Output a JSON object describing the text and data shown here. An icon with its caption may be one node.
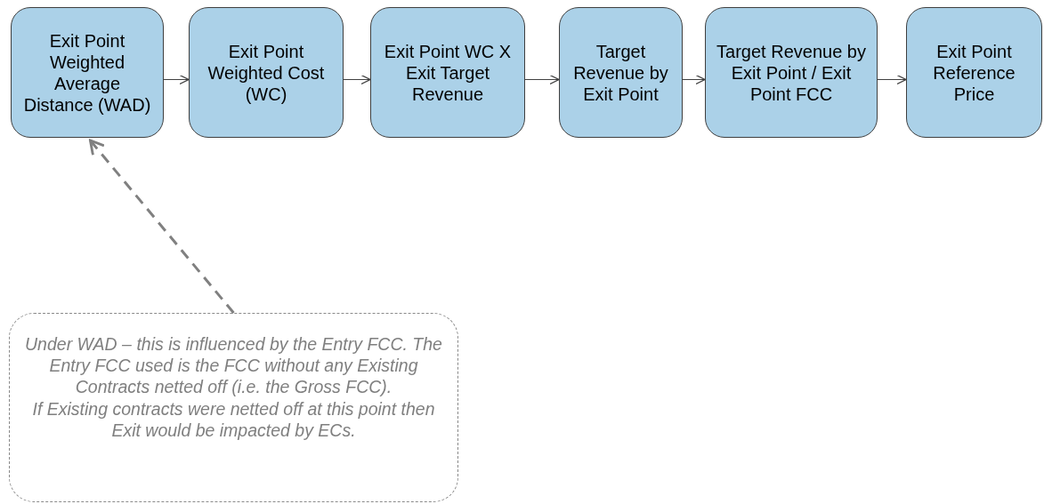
{
  "diagram": {
    "nodes": [
      {
        "text": [
          "Exit Point Weighted Average Distance (WAD)"
        ]
      },
      {
        "text": [
          "Exit Point Weighted Cost (WC)"
        ]
      },
      {
        "text": [
          "Exit Point WC X Exit Target Revenue"
        ]
      },
      {
        "text": [
          "Target Revenue by Exit Point"
        ]
      },
      {
        "text": [
          "Target Revenue by Exit Point / Exit Point FCC"
        ]
      },
      {
        "text": [
          "Exit Point Reference Price"
        ]
      },
      {
        "text": [
          "Under WAD – this is influenced by the Entry FCC. The Entry FCC used is the FCC without any Existing Contracts netted off (i.e. the Gross FCC).",
          "If Existing contracts were netted off at this point then Exit would be impacted by ECs."
        ]
      }
    ],
    "edges": [
      {
        "from": 0,
        "to": 1,
        "arrow": "to"
      },
      {
        "from": 1,
        "to": 2,
        "arrow": "to"
      },
      {
        "from": 2,
        "to": 3,
        "arrow": "to"
      },
      {
        "from": 3,
        "to": 4,
        "arrow": "to"
      },
      {
        "from": 4,
        "to": 5,
        "arrow": "to"
      },
      {
        "from": 6,
        "to": 0,
        "arrow": "to",
        "style": "dashed",
        "color": "#808080"
      }
    ]
  }
}
